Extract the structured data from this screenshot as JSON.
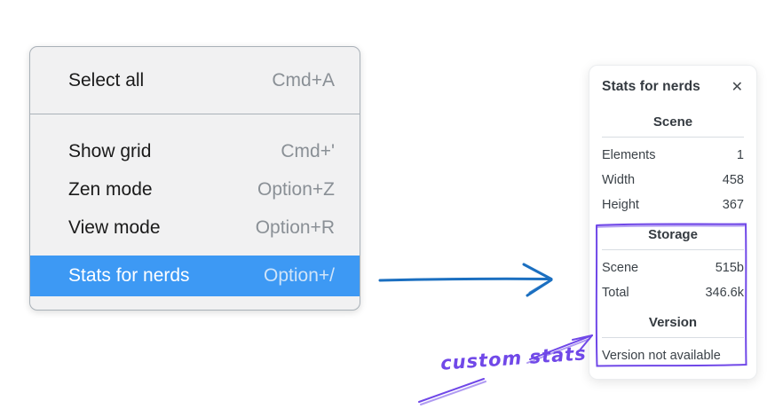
{
  "colors": {
    "menu_highlight": "#3d99f4",
    "menu_background": "#f1f1f2",
    "menu_border": "#a9b1b8",
    "menu_text": "#1a1a1a",
    "menu_shortcut": "#8a9096",
    "selected_shortcut": "#cfe4f9",
    "flow_arrow_blue": "#1b6fc0",
    "annotation_purple": "#7048e8",
    "panel_text": "#343a40",
    "hairline": "#d8dde2"
  },
  "context_menu": {
    "items": [
      {
        "label": "Select all",
        "shortcut": "Cmd+A",
        "selected": false
      },
      {
        "label": "Show grid",
        "shortcut": "Cmd+'",
        "selected": false
      },
      {
        "label": "Zen mode",
        "shortcut": "Option+Z",
        "selected": false
      },
      {
        "label": "View mode",
        "shortcut": "Option+R",
        "selected": false
      },
      {
        "label": "Stats for nerds",
        "shortcut": "Option+/",
        "selected": true
      }
    ]
  },
  "stats_panel": {
    "title": "Stats for nerds",
    "close_glyph": "✕",
    "sections": [
      {
        "heading": "Scene",
        "rows": [
          {
            "label": "Elements",
            "value": "1"
          },
          {
            "label": "Width",
            "value": "458"
          },
          {
            "label": "Height",
            "value": "367"
          }
        ]
      },
      {
        "heading": "Storage",
        "rows": [
          {
            "label": "Scene",
            "value": "515b"
          },
          {
            "label": "Total",
            "value": "346.6k"
          }
        ]
      },
      {
        "heading": "Version",
        "note": "Version not available"
      }
    ]
  },
  "annotation": {
    "label": "custom stats"
  }
}
